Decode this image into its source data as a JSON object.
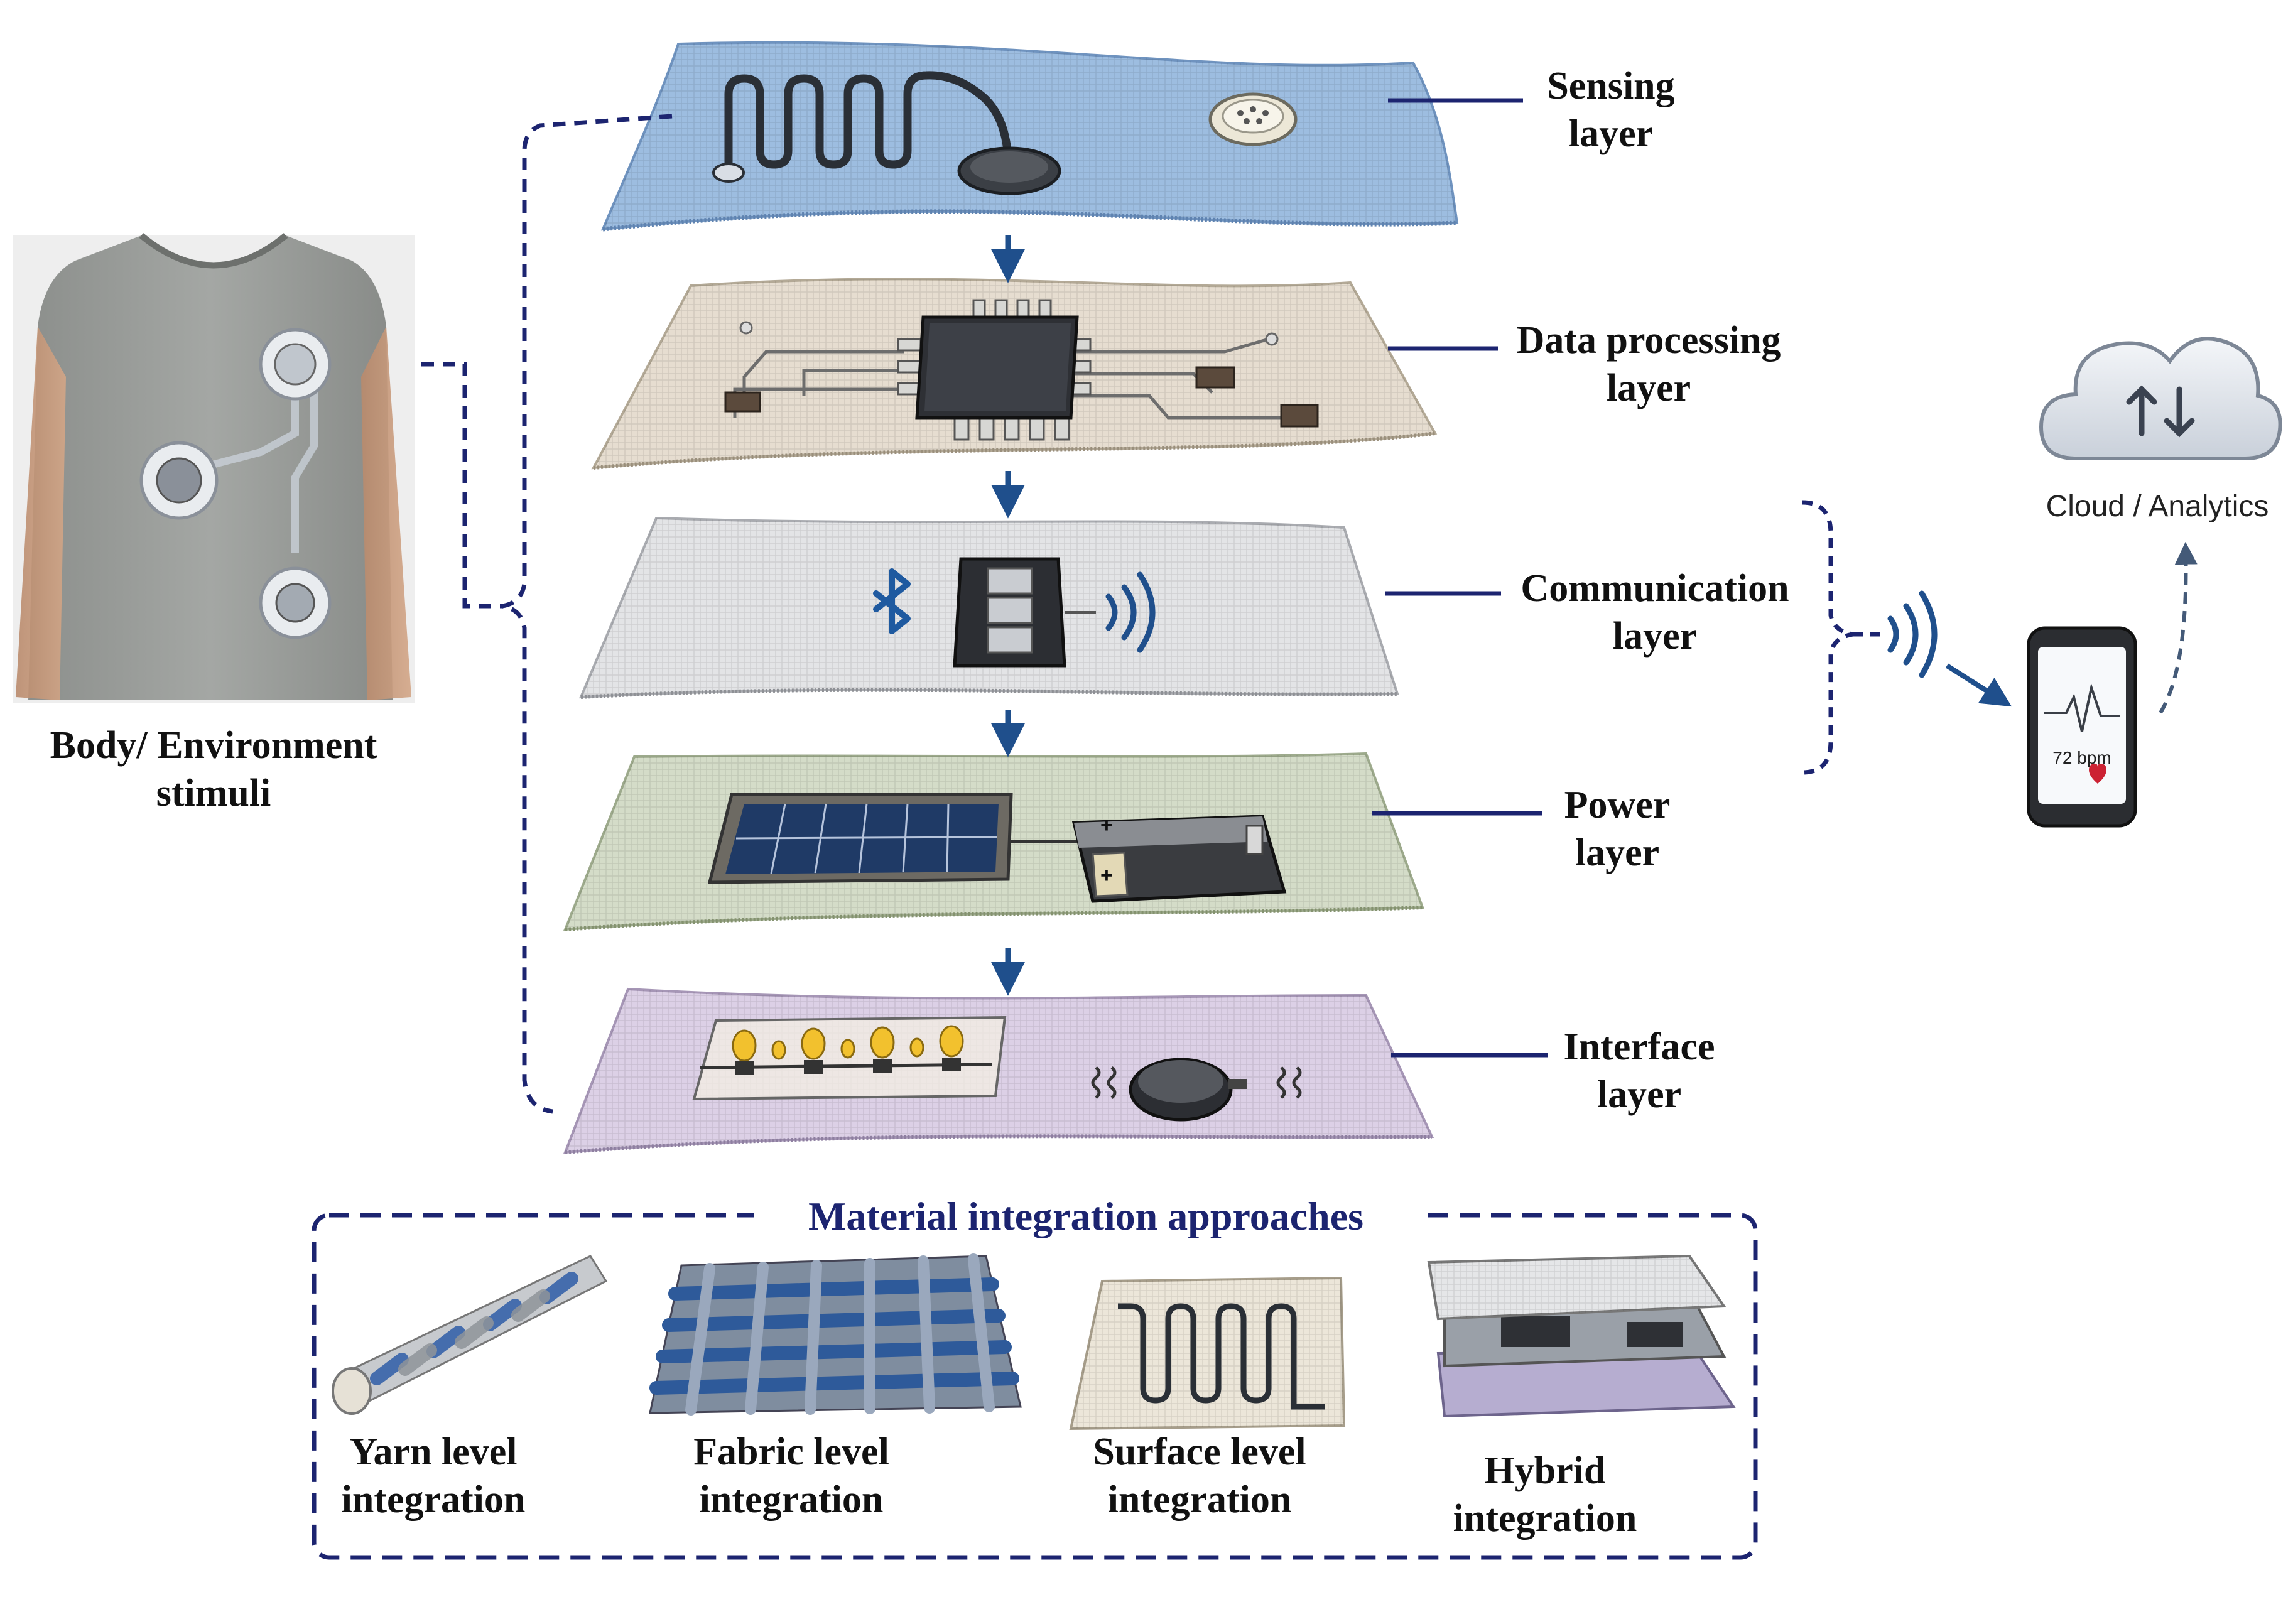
{
  "layers": [
    {
      "id": "sensing",
      "lines": [
        "Sensing",
        "layer"
      ]
    },
    {
      "id": "data-processing",
      "lines": [
        "Data processing",
        "layer"
      ]
    },
    {
      "id": "communication",
      "lines": [
        "Communication",
        "layer"
      ]
    },
    {
      "id": "power",
      "lines": [
        "Power",
        "layer"
      ]
    },
    {
      "id": "interface",
      "lines": [
        "Interface",
        "layer"
      ]
    }
  ],
  "stimuli": {
    "lines": [
      "Body/ Environment",
      "stimuli"
    ]
  },
  "cloud": {
    "label": "Cloud / Analytics"
  },
  "phone": {
    "reading": "72 bpm"
  },
  "integration": {
    "title": "Material integration approaches",
    "approaches": [
      {
        "id": "yarn",
        "lines": [
          "Yarn level",
          "integration"
        ]
      },
      {
        "id": "fabric",
        "lines": [
          "Fabric level",
          "integration"
        ]
      },
      {
        "id": "surface",
        "lines": [
          "Surface level",
          "integration"
        ]
      },
      {
        "id": "hybrid",
        "lines": [
          "Hybrid",
          "integration"
        ]
      }
    ]
  },
  "colors": {
    "sensing": "#9dbde0",
    "processing": "#e6ddd0",
    "communication": "#e3e4e6",
    "power": "#d4dcc8",
    "interface": "#dcd0e6",
    "accent": "#1c2470",
    "arrow": "#1f4f8c"
  }
}
